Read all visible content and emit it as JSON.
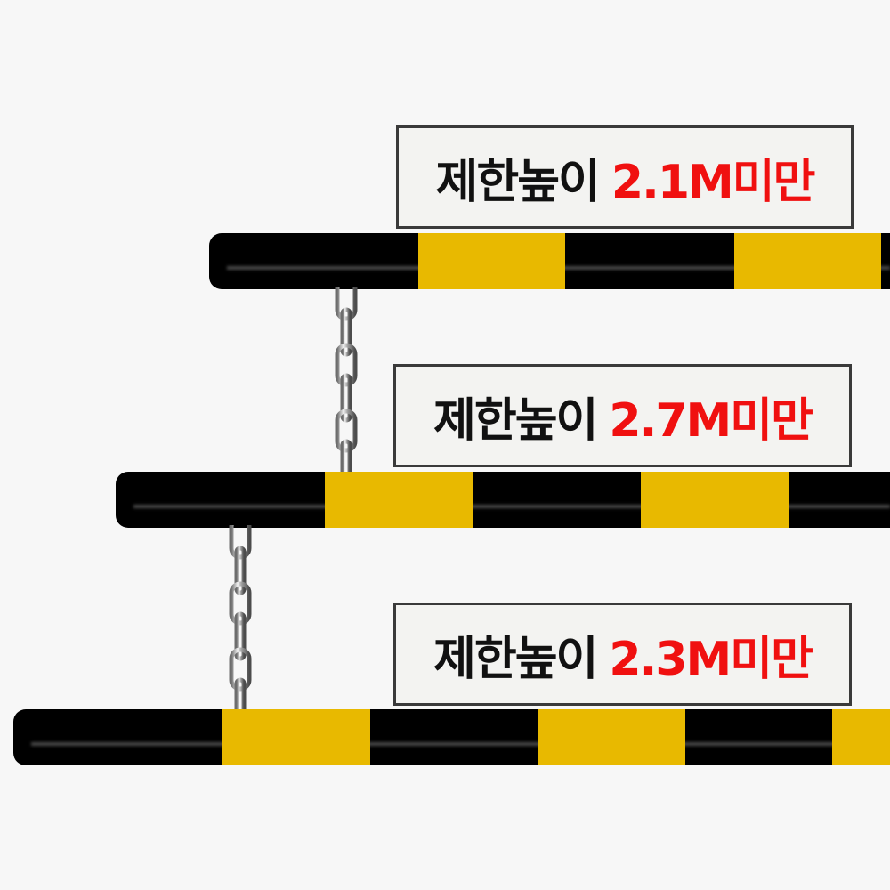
{
  "signs": [
    {
      "label": "제한높이",
      "value": "2.1M미만"
    },
    {
      "label": "제한높이",
      "value": "2.7M미만"
    },
    {
      "label": "제한높이",
      "value": "2.3M미만"
    }
  ],
  "colors": {
    "background": "#f7f7f7",
    "bar_black": "#000000",
    "bar_yellow": "#e8b900",
    "value_red": "#f01010",
    "sign_border": "#3a3a3a",
    "sign_fill": "#f3f3f1"
  }
}
